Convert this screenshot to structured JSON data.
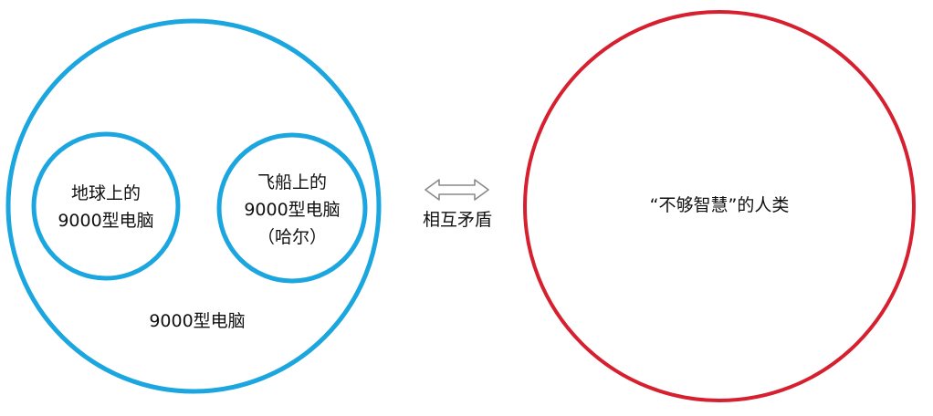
{
  "colors": {
    "blue": "#1ba6df",
    "red": "#d7202f",
    "arrow_stroke": "#8a8a8a",
    "text": "#111111",
    "background": "#ffffff"
  },
  "left_group": {
    "outer_label": "9000型电脑",
    "inner_left": {
      "line1": "地球上的",
      "line2": "9000型电脑"
    },
    "inner_right": {
      "line1": "飞船上的",
      "line2": "9000型电脑",
      "line3": "（哈尔）"
    }
  },
  "relation": {
    "icon": "double-arrow-icon",
    "label": "相互矛盾"
  },
  "right_group": {
    "label": "“不够智慧”的人类"
  }
}
